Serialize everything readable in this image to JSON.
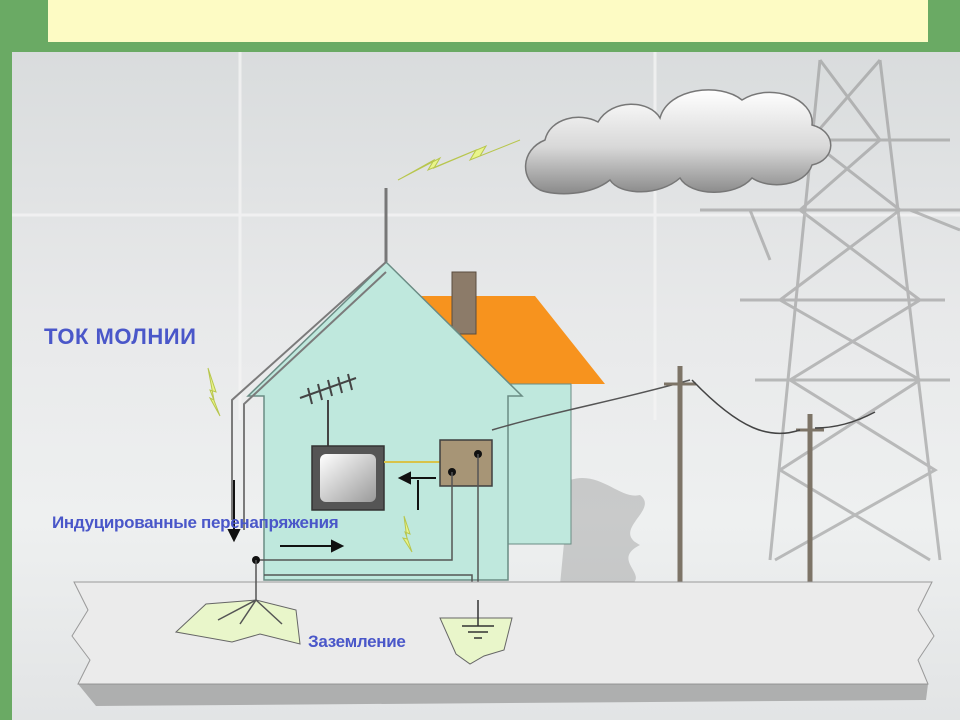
{
  "labels": {
    "lightning_current": "ТОК МОЛНИИ",
    "induced_overvoltage": "Индуцированные перенапряжения",
    "grounding": "Заземление"
  },
  "colors": {
    "slide_background": "#6aaa64",
    "title_bar": "#fdfbc4",
    "house_wall": "#bfe8dd",
    "roof": "#f7931e",
    "label_text": "#4a57c9",
    "ground": "#ebebeb"
  },
  "icons": [
    "lightning-bolt-icon",
    "cloud-icon",
    "tv-antenna-icon",
    "television-icon",
    "electric-panel-icon",
    "ground-symbol-icon",
    "utility-pole-icon",
    "power-tower-icon"
  ]
}
